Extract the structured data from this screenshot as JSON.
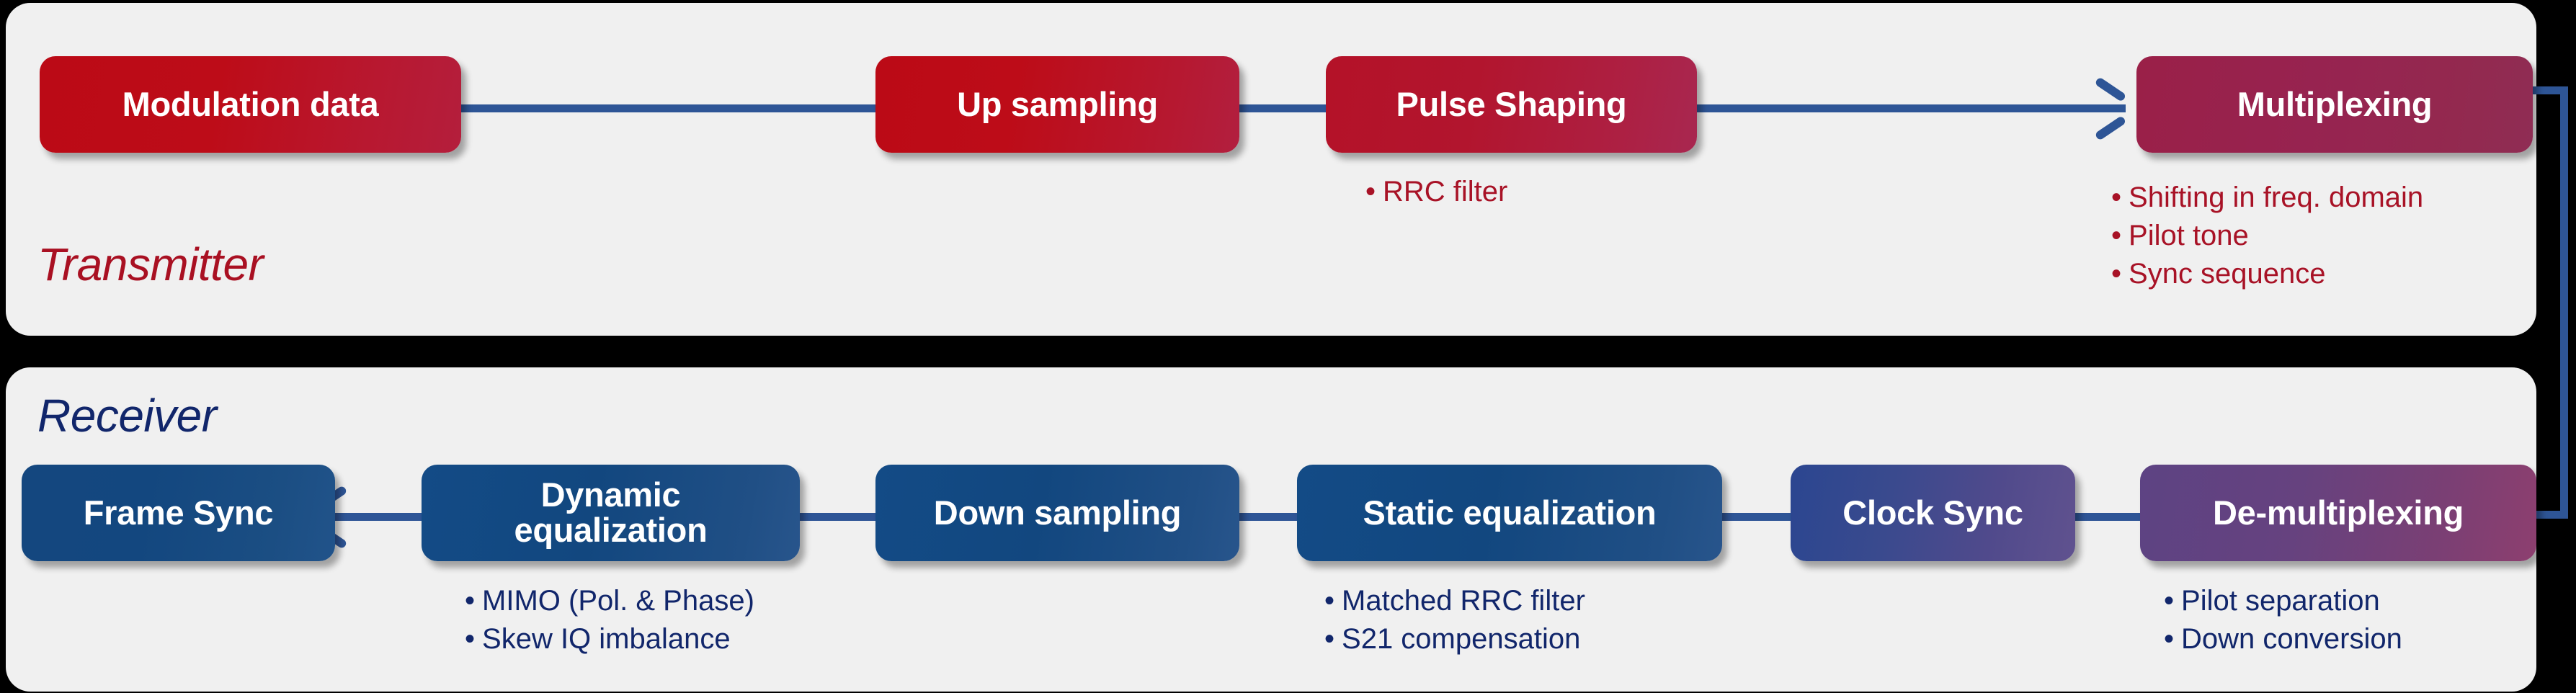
{
  "diagram": {
    "background_color": "#000000",
    "panel_color": "#f0f0f0",
    "connector_color": "#2e5596"
  },
  "transmitter": {
    "section_label": "Transmitter",
    "label_color": "#a91022",
    "note_color": "#a81226",
    "blocks": [
      {
        "label": "Modulation data",
        "color": "#bb0a16",
        "notes": []
      },
      {
        "label": "Up sampling",
        "color": "#bb0a16",
        "notes": []
      },
      {
        "label": "Pulse Shaping",
        "color": "#b41228",
        "notes": [
          "RRC filter"
        ]
      },
      {
        "label": "Multiplexing",
        "color": "#9a2048",
        "notes": [
          "Shifting in freq. domain",
          "Pilot tone",
          "Sync sequence"
        ]
      }
    ]
  },
  "receiver": {
    "section_label": "Receiver",
    "label_color": "#11266b",
    "note_color": "#11266b",
    "blocks": [
      {
        "label": "Frame Sync",
        "color": "#14477f",
        "notes": []
      },
      {
        "label_line1": "Dynamic",
        "label_line2": "equalization",
        "color": "#134b86",
        "notes": [
          "MIMO (Pol. & Phase)",
          "Skew IQ imbalance"
        ]
      },
      {
        "label": "Down sampling",
        "color": "#134b86",
        "notes": []
      },
      {
        "label": "Static equalization",
        "color": "#134b86",
        "notes": [
          "Matched RRC filter",
          "S21 compensation"
        ]
      },
      {
        "label": "Clock Sync",
        "color": "#2b4690",
        "notes": []
      },
      {
        "label": "De-multiplexing",
        "color": "#5d4383",
        "notes": [
          "Pilot separation",
          "Down conversion"
        ]
      }
    ]
  },
  "bullet_glyph": "•"
}
